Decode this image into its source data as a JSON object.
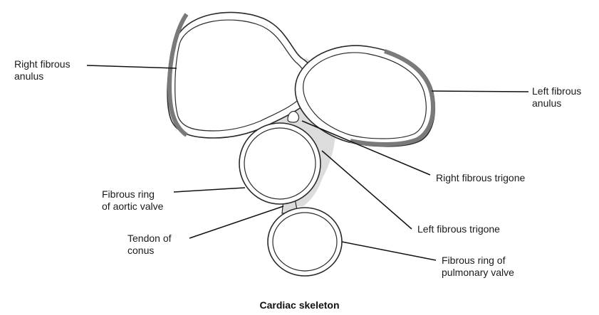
{
  "caption": "Cardiac skeleton",
  "labels": {
    "right_fibrous_anulus": [
      "Right fibrous",
      "anulus"
    ],
    "left_fibrous_anulus": [
      "Left fibrous",
      "anulus"
    ],
    "right_fibrous_trigone": [
      "Right fibrous trigone"
    ],
    "fibrous_ring_aortic": [
      "Fibrous ring",
      "of aortic valve"
    ],
    "left_fibrous_trigone": [
      "Left fibrous trigone"
    ],
    "tendon_of_conus": [
      "Tendon of",
      "conus"
    ],
    "fibrous_ring_pulmonary": [
      "Fibrous ring of",
      "pulmonary valve"
    ]
  },
  "colors": {
    "outline": "#2a2a2a",
    "anulus_band": "#7a7a7a",
    "skeleton_fill": "#dcdcdc",
    "leader_line": "#111111"
  }
}
